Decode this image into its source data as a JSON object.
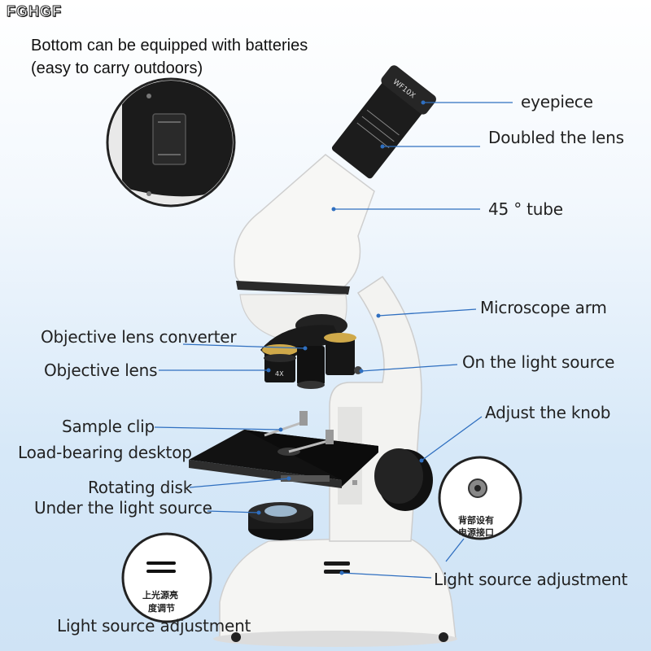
{
  "brand": "FGHGF",
  "battery_note": "Bottom can be equipped with batteries\n(easy to carry outdoors)",
  "labels": {
    "eyepiece": "eyepiece",
    "doubled_lens": "Doubled the lens",
    "tube": "45 ° tube",
    "arm": "Microscope arm",
    "converter": "Objective lens converter",
    "objective": "Objective lens",
    "light_on": "On the light source",
    "knob": "Adjust the knob",
    "sample_clip": "Sample clip",
    "desktop": "Load-bearing desktop",
    "rotating_disk": "Rotating disk",
    "under_light": "Under the light source",
    "light_adjust_right": "Light source adjustment",
    "light_adjust_left": "Light source adjustment"
  },
  "callouts": {
    "power_port_line1": "背部设有",
    "power_port_line2": "电源接口",
    "upper_light_line1": "上光源亮",
    "upper_light_line2": "度调节"
  },
  "engravings": {
    "eyepiece_mark": "WF10X",
    "objective_mark": "4X"
  },
  "colors": {
    "leader_line": "#2f6fc0",
    "body": "#f4f4f2",
    "dark": "#1a1a1a"
  }
}
